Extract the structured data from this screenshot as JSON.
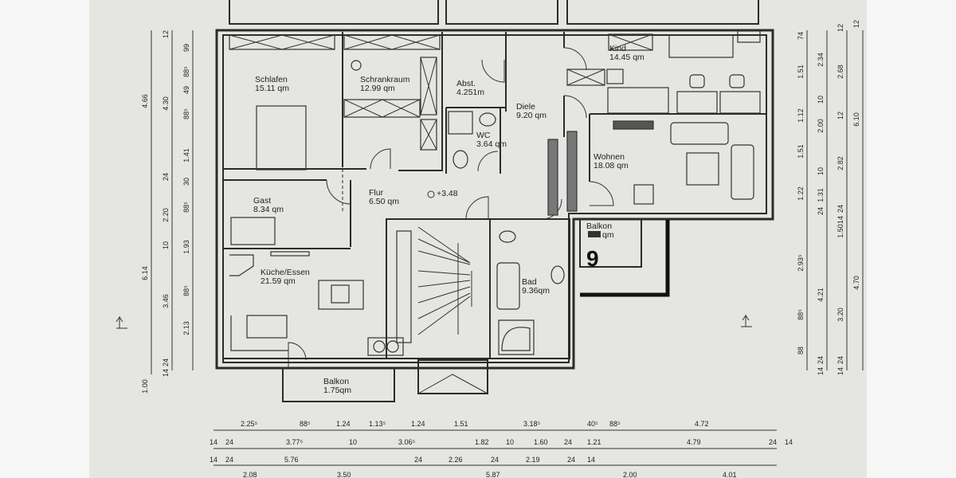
{
  "rooms": [
    {
      "name": "Schlafen",
      "area": "15.11 qm"
    },
    {
      "name": "Schrankraum",
      "area": "12.99 qm"
    },
    {
      "name": "Abst.",
      "area": "4.251m"
    },
    {
      "name": "Diele",
      "area": "9.20 qm"
    },
    {
      "name": "WC",
      "area": "3.64 qm"
    },
    {
      "name": "Kind",
      "area": "14.45 qm"
    },
    {
      "name": "Wohnen",
      "area": "18.08 qm"
    },
    {
      "name": "Gast",
      "area": "8.34 qm"
    },
    {
      "name": "Flur",
      "area": "6.50 qm"
    },
    {
      "name": "Küche/Essen",
      "area": "21.59 qm"
    },
    {
      "name": "Bad",
      "area": "9.36qm"
    },
    {
      "name": "Balkon",
      "area": "qm"
    },
    {
      "name": "Balkon",
      "area": "1.75qm"
    }
  ],
  "level_marker": "+3.48",
  "handwritten_unit_number": "9",
  "dimensions": {
    "left": [
      [
        "4.66",
        "6.14",
        "1.00"
      ],
      [
        "12",
        "4.30",
        "24",
        "2.20",
        "10",
        "3.46",
        "24",
        "14"
      ],
      [
        "99",
        "88⁵",
        "49",
        "88⁵",
        "1.41",
        "30",
        "88⁵",
        "1.93",
        "88⁵",
        "2.13"
      ]
    ],
    "right": [
      [
        "74",
        "1.51",
        "1.12",
        "1.51",
        "1.22",
        "2.93⁵",
        "88⁵",
        "88"
      ],
      [
        "2.34",
        "10",
        "2.00",
        "10",
        "1.31",
        "24",
        "4.21",
        "24",
        "14"
      ],
      [
        "12",
        "2.68",
        "12",
        "2.82",
        "24",
        "14",
        "1.50",
        "3.20",
        "24",
        "14"
      ],
      [
        "12",
        "6.10",
        "4.70"
      ]
    ],
    "bottom": [
      [
        "2.25⁵",
        "88⁵",
        "1.24",
        "1.13⁵",
        "1.24",
        "1.51",
        "3.18⁵",
        "40⁵",
        "88⁵",
        "4.72"
      ],
      [
        "14",
        "24",
        "3.77⁵",
        "10",
        "3.06⁵",
        "1.82",
        "10",
        "1.60",
        "24",
        "1.21",
        "4.79",
        "24",
        "14"
      ],
      [
        "14",
        "24",
        "5.76",
        "24",
        "2.26",
        "24",
        "2.19",
        "24",
        "14"
      ],
      [
        "2.08",
        "3.50",
        "5.87",
        "2.00",
        "4.01"
      ]
    ]
  },
  "colors": {
    "paper": "#e5e5e2",
    "lines": "#2b2b2b",
    "marker": "#111111"
  }
}
